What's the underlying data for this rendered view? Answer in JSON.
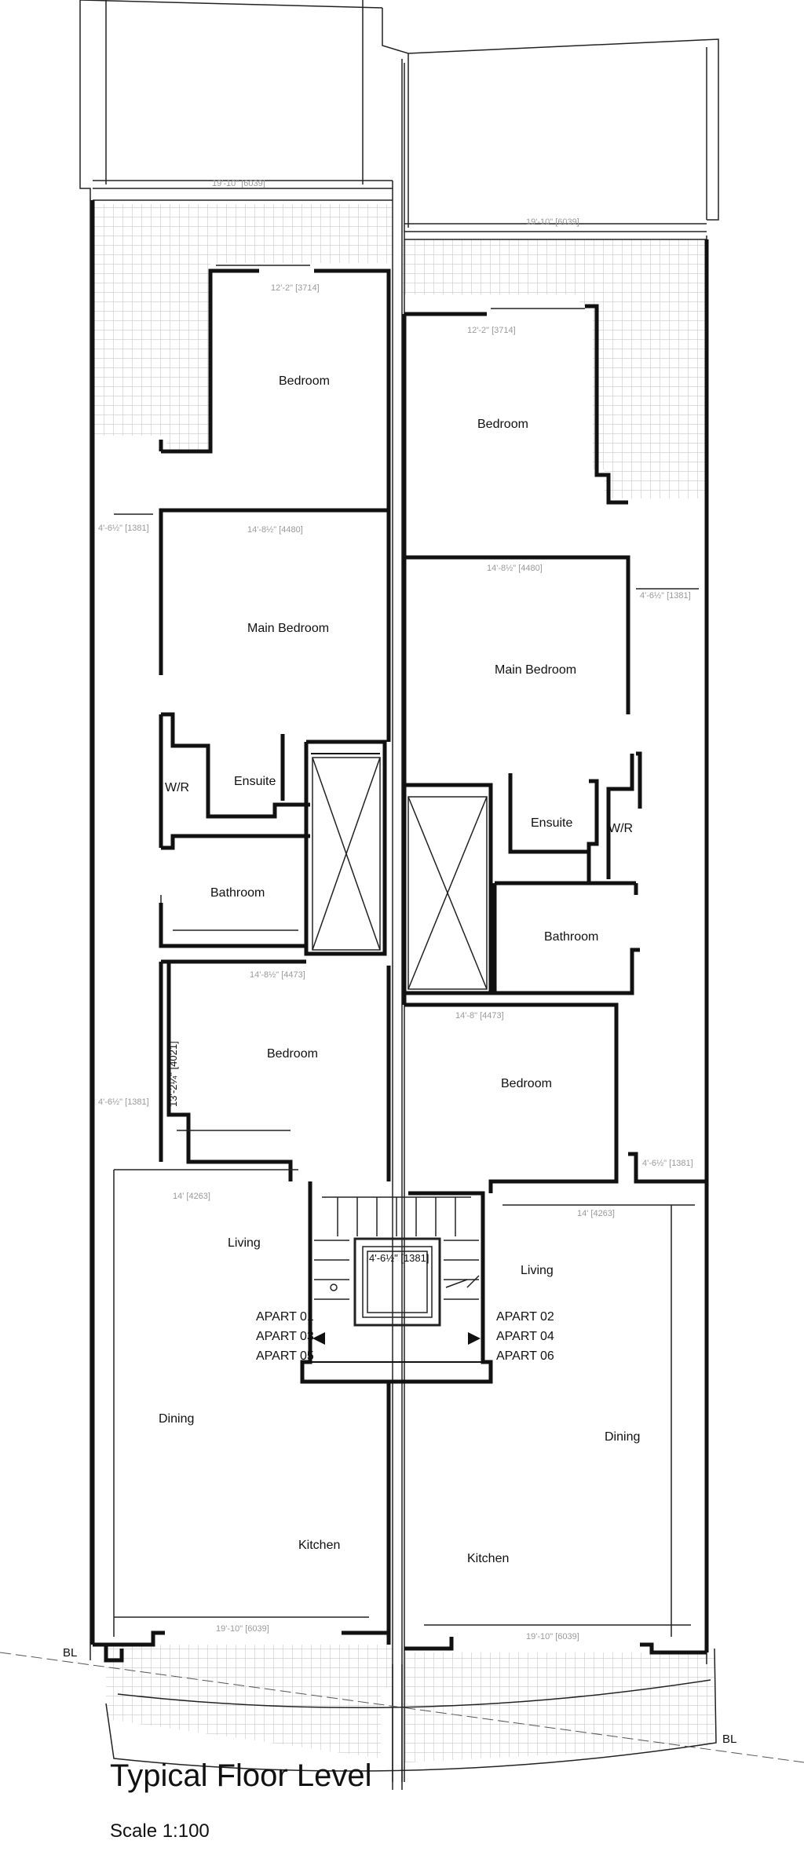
{
  "title": "Typical Floor Level",
  "scale": "Scale 1:100",
  "bl_marker": "BL",
  "rooms": {
    "left_bedroom_top": "Bedroom",
    "left_main_bedroom": "Main Bedroom",
    "left_wr": "W/R",
    "left_ensuite": "Ensuite",
    "left_bathroom": "Bathroom",
    "left_bedroom_bottom": "Bedroom",
    "left_living": "Living",
    "left_dining": "Dining",
    "left_kitchen": "Kitchen",
    "right_bedroom_top": "Bedroom",
    "right_main_bedroom": "Main Bedroom",
    "right_ensuite": "Ensuite",
    "right_wr": "W/R",
    "right_bathroom": "Bathroom",
    "right_bedroom_bottom": "Bedroom",
    "right_living": "Living",
    "right_dining": "Dining",
    "right_kitchen": "Kitchen"
  },
  "apartments": {
    "left": [
      "APART 01",
      "APART 03",
      "APART 05"
    ],
    "right": [
      "APART 02",
      "APART 04",
      "APART 06"
    ]
  },
  "dimensions": {
    "left_bedroom_height": "13'-2¼\" [4021]",
    "stair_dim": "4'-6½\" [1381]",
    "top_left_width": "19'-10\" [6039]",
    "top_right_width": "19'-10\" [6039]",
    "left_bedroom_width": "12'-2\" [3714]",
    "right_bedroom_width": "12'-2\" [3714]",
    "main_bed_width_l": "14'-8½\" [4480]",
    "main_bed_width_r": "14'-8½\" [4480]",
    "bed_bottom_width_l": "14'-8½\" [4473]",
    "bed_bottom_width_r": "14'-8\" [4473]",
    "living_width_l": "14' [4263]",
    "living_width_r": "14' [4263]",
    "bottom_width_l": "19'-10\" [6039]",
    "bottom_width_r": "19'-10\" [6039]",
    "side_l1": "4'-6½\" [1381]",
    "side_l2": "4'-6½\" [1381]",
    "side_r1": "4'-6½\" [1381]",
    "side_r2": "4'-6½\" [1381]"
  },
  "colors": {
    "wall": "#111111",
    "dim": "#9a9a9a",
    "tile": "#bdbdbd"
  }
}
